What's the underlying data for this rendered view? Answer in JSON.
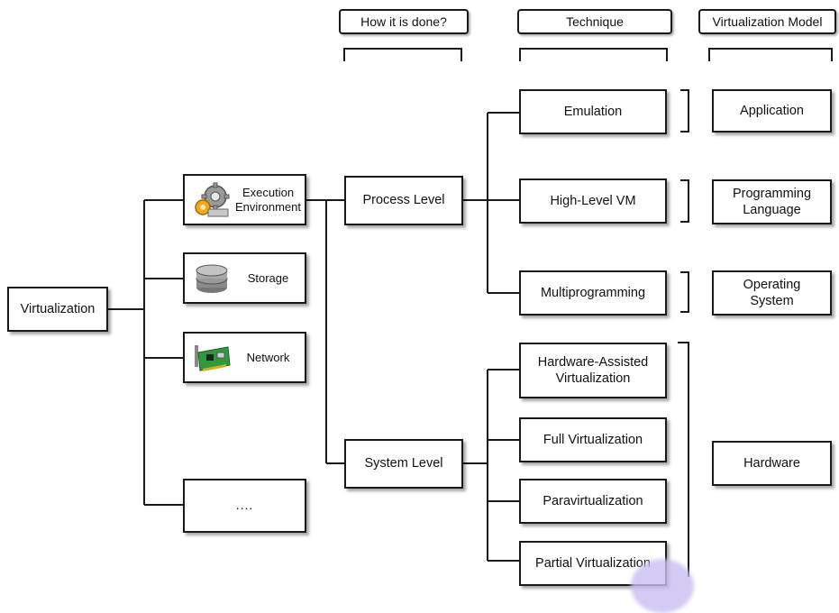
{
  "headers": {
    "how": "How it is done?",
    "technique": "Technique",
    "model": "Virtualization Model"
  },
  "root": "Virtualization",
  "resources": [
    {
      "label": "Execution Environment",
      "icon": "gears-icon"
    },
    {
      "label": "Storage",
      "icon": "database-icon"
    },
    {
      "label": "Network",
      "icon": "network-card-icon"
    },
    {
      "label": "....",
      "icon": ""
    }
  ],
  "levels": {
    "process": "Process Level",
    "system": "System Level"
  },
  "techniques": {
    "process": [
      "Emulation",
      "High-Level VM",
      "Multiprogramming"
    ],
    "system": [
      "Hardware-Assisted Virtualization",
      "Full Virtualization",
      "Paravirtualization",
      "Partial Virtualization"
    ]
  },
  "models": {
    "application": "Application",
    "programming_language": "Programming Language",
    "operating_system": "Operating System",
    "hardware": "Hardware"
  }
}
